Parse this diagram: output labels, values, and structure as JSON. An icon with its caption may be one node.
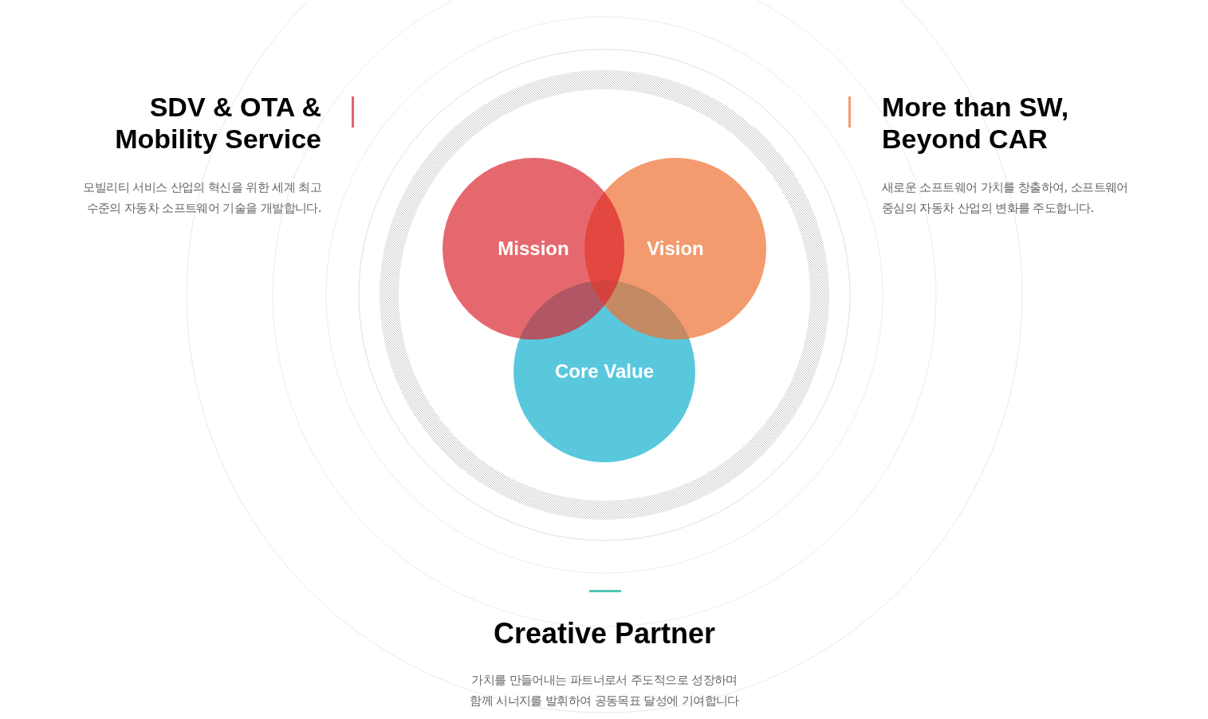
{
  "diagram": {
    "nodes": [
      {
        "text": [
          "Mission"
        ]
      },
      {
        "text": [
          "Vision"
        ]
      },
      {
        "text": [
          "Core Value"
        ]
      }
    ],
    "edges": [],
    "labels": [
      "SDV & OTA & Mobility Service",
      "모빌리티 서비스 산업의 혁신을 위한 세계 최고 수준의 자동차 소프트웨어 기술을 개발합니다.",
      "More than SW, Beyond CAR",
      "새로운 소프트웨어 가치를 창출하여, 소프트웨어 중심의 자동차 산업의 변화를 주도합니다.",
      "Creative Partner",
      "가치를 만들어내는 파트너로서 주도적으로 성장하며 함께 시너지를 발휘하여 공동목표 달성에 기여합니다"
    ]
  }
}
